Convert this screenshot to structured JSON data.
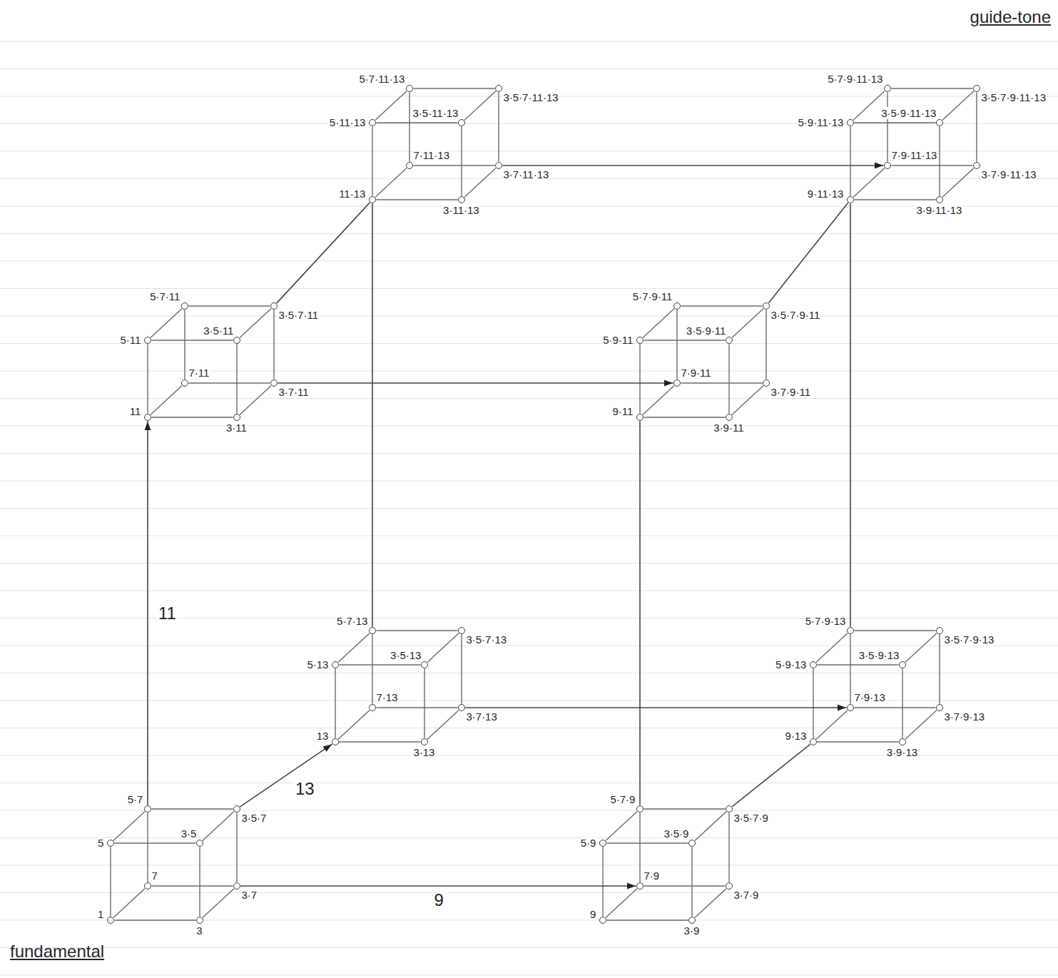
{
  "diagram": {
    "nodes": [
      {
        "text": [
          "5·7·11·13"
        ]
      },
      {
        "text": [
          "3·5·7·11·13"
        ]
      },
      {
        "text": [
          "5·11·13"
        ]
      },
      {
        "text": [
          "3·5·11·13"
        ]
      },
      {
        "text": [
          "7·11·13"
        ]
      },
      {
        "text": [
          "3·7·11·13"
        ]
      },
      {
        "text": [
          "11·13"
        ]
      },
      {
        "text": [
          "3·11·13"
        ]
      },
      {
        "text": [
          "5·7·9·11·13"
        ]
      },
      {
        "text": [
          "3·5·7·9·11·13"
        ]
      },
      {
        "text": [
          "5·9·11·13"
        ]
      },
      {
        "text": [
          "3·5·9·11·13"
        ]
      },
      {
        "text": [
          "7·9·11·13"
        ]
      },
      {
        "text": [
          "3·7·9·11·13"
        ]
      },
      {
        "text": [
          "9·11·13"
        ]
      },
      {
        "text": [
          "3·9·11·13"
        ]
      },
      {
        "text": [
          "5·7·11"
        ]
      },
      {
        "text": [
          "3·5·7·11"
        ]
      },
      {
        "text": [
          "5·11"
        ]
      },
      {
        "text": [
          "3·5·11"
        ]
      },
      {
        "text": [
          "7·11"
        ]
      },
      {
        "text": [
          "3·7·11"
        ]
      },
      {
        "text": [
          "11"
        ]
      },
      {
        "text": [
          "3·11"
        ]
      },
      {
        "text": [
          "5·7·9·11"
        ]
      },
      {
        "text": [
          "3·5·7·9·11"
        ]
      },
      {
        "text": [
          "5·9·11"
        ]
      },
      {
        "text": [
          "3·5·9·11"
        ]
      },
      {
        "text": [
          "7·9·11"
        ]
      },
      {
        "text": [
          "3·7·9·11"
        ]
      },
      {
        "text": [
          "9·11"
        ]
      },
      {
        "text": [
          "3·9·11"
        ]
      },
      {
        "text": [
          "5·7·13"
        ]
      },
      {
        "text": [
          "3·5·7·13"
        ]
      },
      {
        "text": [
          "5·13"
        ]
      },
      {
        "text": [
          "3·5·13"
        ]
      },
      {
        "text": [
          "7·13"
        ]
      },
      {
        "text": [
          "3·7·13"
        ]
      },
      {
        "text": [
          "13"
        ]
      },
      {
        "text": [
          "3·13"
        ]
      },
      {
        "text": [
          "5·7·9·13"
        ]
      },
      {
        "text": [
          "3·5·7·9·13"
        ]
      },
      {
        "text": [
          "5·9·13"
        ]
      },
      {
        "text": [
          "3·5·9·13"
        ]
      },
      {
        "text": [
          "7·9·13"
        ]
      },
      {
        "text": [
          "3·7·9·13"
        ]
      },
      {
        "text": [
          "9·13"
        ]
      },
      {
        "text": [
          "3·9·13"
        ]
      },
      {
        "text": [
          "5·7"
        ]
      },
      {
        "text": [
          "3·5·7"
        ]
      },
      {
        "text": [
          "5"
        ]
      },
      {
        "text": [
          "3·5"
        ]
      },
      {
        "text": [
          "7"
        ]
      },
      {
        "text": [
          "3·7"
        ]
      },
      {
        "text": [
          "1"
        ]
      },
      {
        "text": [
          "3"
        ]
      },
      {
        "text": [
          "5·7·9"
        ]
      },
      {
        "text": [
          "3·5·7·9"
        ]
      },
      {
        "text": [
          "5·9"
        ]
      },
      {
        "text": [
          "3·5·9"
        ]
      },
      {
        "text": [
          "7·9"
        ]
      },
      {
        "text": [
          "3·7·9"
        ]
      },
      {
        "text": [
          "9"
        ]
      },
      {
        "text": [
          "3·9"
        ]
      }
    ],
    "edges": [
      {
        "from": 6,
        "to": 7,
        "arrow": "none"
      },
      {
        "from": 6,
        "to": 2,
        "arrow": "none"
      },
      {
        "from": 6,
        "to": 4,
        "arrow": "none"
      },
      {
        "from": 7,
        "to": 3,
        "arrow": "none"
      },
      {
        "from": 7,
        "to": 5,
        "arrow": "none"
      },
      {
        "from": 2,
        "to": 3,
        "arrow": "none"
      },
      {
        "from": 2,
        "to": 0,
        "arrow": "none"
      },
      {
        "from": 4,
        "to": 5,
        "arrow": "none"
      },
      {
        "from": 4,
        "to": 0,
        "arrow": "none"
      },
      {
        "from": 3,
        "to": 1,
        "arrow": "none"
      },
      {
        "from": 5,
        "to": 1,
        "arrow": "none"
      },
      {
        "from": 0,
        "to": 1,
        "arrow": "none"
      },
      {
        "from": 14,
        "to": 15,
        "arrow": "none"
      },
      {
        "from": 14,
        "to": 10,
        "arrow": "none"
      },
      {
        "from": 14,
        "to": 12,
        "arrow": "none"
      },
      {
        "from": 15,
        "to": 11,
        "arrow": "none"
      },
      {
        "from": 15,
        "to": 13,
        "arrow": "none"
      },
      {
        "from": 10,
        "to": 11,
        "arrow": "none"
      },
      {
        "from": 10,
        "to": 8,
        "arrow": "none"
      },
      {
        "from": 12,
        "to": 13,
        "arrow": "none"
      },
      {
        "from": 12,
        "to": 8,
        "arrow": "none"
      },
      {
        "from": 11,
        "to": 9,
        "arrow": "none"
      },
      {
        "from": 13,
        "to": 9,
        "arrow": "none"
      },
      {
        "from": 8,
        "to": 9,
        "arrow": "none"
      },
      {
        "from": 22,
        "to": 23,
        "arrow": "none"
      },
      {
        "from": 22,
        "to": 18,
        "arrow": "none"
      },
      {
        "from": 22,
        "to": 20,
        "arrow": "none"
      },
      {
        "from": 23,
        "to": 19,
        "arrow": "none"
      },
      {
        "from": 23,
        "to": 21,
        "arrow": "none"
      },
      {
        "from": 18,
        "to": 19,
        "arrow": "none"
      },
      {
        "from": 18,
        "to": 16,
        "arrow": "none"
      },
      {
        "from": 20,
        "to": 21,
        "arrow": "none"
      },
      {
        "from": 20,
        "to": 16,
        "arrow": "none"
      },
      {
        "from": 19,
        "to": 17,
        "arrow": "none"
      },
      {
        "from": 21,
        "to": 17,
        "arrow": "none"
      },
      {
        "from": 16,
        "to": 17,
        "arrow": "none"
      },
      {
        "from": 30,
        "to": 31,
        "arrow": "none"
      },
      {
        "from": 30,
        "to": 26,
        "arrow": "none"
      },
      {
        "from": 30,
        "to": 28,
        "arrow": "none"
      },
      {
        "from": 31,
        "to": 27,
        "arrow": "none"
      },
      {
        "from": 31,
        "to": 29,
        "arrow": "none"
      },
      {
        "from": 26,
        "to": 27,
        "arrow": "none"
      },
      {
        "from": 26,
        "to": 24,
        "arrow": "none"
      },
      {
        "from": 28,
        "to": 29,
        "arrow": "none"
      },
      {
        "from": 28,
        "to": 24,
        "arrow": "none"
      },
      {
        "from": 27,
        "to": 25,
        "arrow": "none"
      },
      {
        "from": 29,
        "to": 25,
        "arrow": "none"
      },
      {
        "from": 24,
        "to": 25,
        "arrow": "none"
      },
      {
        "from": 38,
        "to": 39,
        "arrow": "none"
      },
      {
        "from": 38,
        "to": 34,
        "arrow": "none"
      },
      {
        "from": 38,
        "to": 36,
        "arrow": "none"
      },
      {
        "from": 39,
        "to": 35,
        "arrow": "none"
      },
      {
        "from": 39,
        "to": 37,
        "arrow": "none"
      },
      {
        "from": 34,
        "to": 35,
        "arrow": "none"
      },
      {
        "from": 34,
        "to": 32,
        "arrow": "none"
      },
      {
        "from": 36,
        "to": 37,
        "arrow": "none"
      },
      {
        "from": 36,
        "to": 32,
        "arrow": "none"
      },
      {
        "from": 35,
        "to": 33,
        "arrow": "none"
      },
      {
        "from": 37,
        "to": 33,
        "arrow": "none"
      },
      {
        "from": 32,
        "to": 33,
        "arrow": "none"
      },
      {
        "from": 46,
        "to": 47,
        "arrow": "none"
      },
      {
        "from": 46,
        "to": 42,
        "arrow": "none"
      },
      {
        "from": 46,
        "to": 44,
        "arrow": "none"
      },
      {
        "from": 47,
        "to": 43,
        "arrow": "none"
      },
      {
        "from": 47,
        "to": 45,
        "arrow": "none"
      },
      {
        "from": 42,
        "to": 43,
        "arrow": "none"
      },
      {
        "from": 42,
        "to": 40,
        "arrow": "none"
      },
      {
        "from": 44,
        "to": 45,
        "arrow": "none"
      },
      {
        "from": 44,
        "to": 40,
        "arrow": "none"
      },
      {
        "from": 43,
        "to": 41,
        "arrow": "none"
      },
      {
        "from": 45,
        "to": 41,
        "arrow": "none"
      },
      {
        "from": 40,
        "to": 41,
        "arrow": "none"
      },
      {
        "from": 54,
        "to": 55,
        "arrow": "none"
      },
      {
        "from": 54,
        "to": 50,
        "arrow": "none"
      },
      {
        "from": 54,
        "to": 52,
        "arrow": "none"
      },
      {
        "from": 55,
        "to": 51,
        "arrow": "none"
      },
      {
        "from": 55,
        "to": 53,
        "arrow": "none"
      },
      {
        "from": 50,
        "to": 51,
        "arrow": "none"
      },
      {
        "from": 50,
        "to": 48,
        "arrow": "none"
      },
      {
        "from": 52,
        "to": 53,
        "arrow": "none"
      },
      {
        "from": 52,
        "to": 48,
        "arrow": "none"
      },
      {
        "from": 51,
        "to": 49,
        "arrow": "none"
      },
      {
        "from": 53,
        "to": 49,
        "arrow": "none"
      },
      {
        "from": 48,
        "to": 49,
        "arrow": "none"
      },
      {
        "from": 62,
        "to": 63,
        "arrow": "none"
      },
      {
        "from": 62,
        "to": 58,
        "arrow": "none"
      },
      {
        "from": 62,
        "to": 60,
        "arrow": "none"
      },
      {
        "from": 63,
        "to": 59,
        "arrow": "none"
      },
      {
        "from": 63,
        "to": 61,
        "arrow": "none"
      },
      {
        "from": 58,
        "to": 59,
        "arrow": "none"
      },
      {
        "from": 58,
        "to": 56,
        "arrow": "none"
      },
      {
        "from": 60,
        "to": 61,
        "arrow": "none"
      },
      {
        "from": 60,
        "to": 56,
        "arrow": "none"
      },
      {
        "from": 59,
        "to": 57,
        "arrow": "none"
      },
      {
        "from": 61,
        "to": 57,
        "arrow": "none"
      },
      {
        "from": 56,
        "to": 57,
        "arrow": "none"
      },
      {
        "from": 53,
        "to": 60,
        "arrow": "to",
        "label": "9"
      },
      {
        "from": 49,
        "to": 38,
        "arrow": "to",
        "label": "13"
      },
      {
        "from": 48,
        "to": 22,
        "arrow": "to",
        "label": "11"
      },
      {
        "from": 21,
        "to": 28,
        "arrow": "to"
      },
      {
        "from": 17,
        "to": 6,
        "arrow": "none"
      },
      {
        "from": 5,
        "to": 12,
        "arrow": "to"
      },
      {
        "from": 57,
        "to": 46,
        "arrow": "none"
      },
      {
        "from": 25,
        "to": 14,
        "arrow": "none"
      },
      {
        "from": 37,
        "to": 44,
        "arrow": "to"
      },
      {
        "from": 32,
        "to": 6,
        "arrow": "none"
      },
      {
        "from": 56,
        "to": 30,
        "arrow": "none"
      },
      {
        "from": 40,
        "to": 14,
        "arrow": "none"
      }
    ],
    "labels": [
      "fundamental",
      "guide-tone"
    ]
  }
}
